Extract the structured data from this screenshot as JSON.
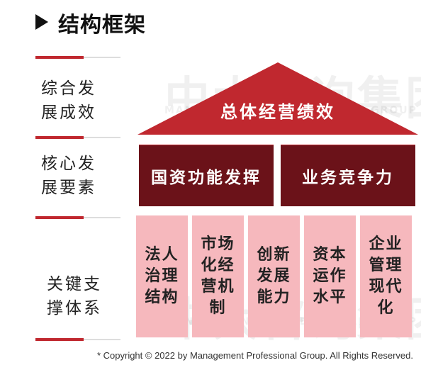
{
  "title": "结构框架",
  "watermark": {
    "brand_text": "中大咨询集团",
    "sub_text": "MANAGEMENT PROFESSIONAL GROUP"
  },
  "rows": [
    {
      "label_line1": "综合发",
      "label_line2": "展成效"
    },
    {
      "label_line1": "核心发",
      "label_line2": "展要素"
    },
    {
      "label_line1": "关键支",
      "label_line2": "撑体系"
    }
  ],
  "roof": {
    "text": "总体经营绩效",
    "color": "#c0282f"
  },
  "core": [
    {
      "text": "国资功能发挥"
    },
    {
      "text": "业务竞争力"
    }
  ],
  "pillars": [
    {
      "text": "法人\n治理\n结构"
    },
    {
      "text": "市场\n化经\n营机\n制"
    },
    {
      "text": "创新\n发展\n能力"
    },
    {
      "text": "资本\n运作\n水平"
    },
    {
      "text": "企业\n管理\n现代\n化"
    }
  ],
  "copyright": "* Copyright © 2022 by Management Professional Group. All Rights Reserved.",
  "colors": {
    "accent_red": "#c0282f",
    "dark_red": "#6b1219",
    "pink": "#f6b8bd"
  }
}
